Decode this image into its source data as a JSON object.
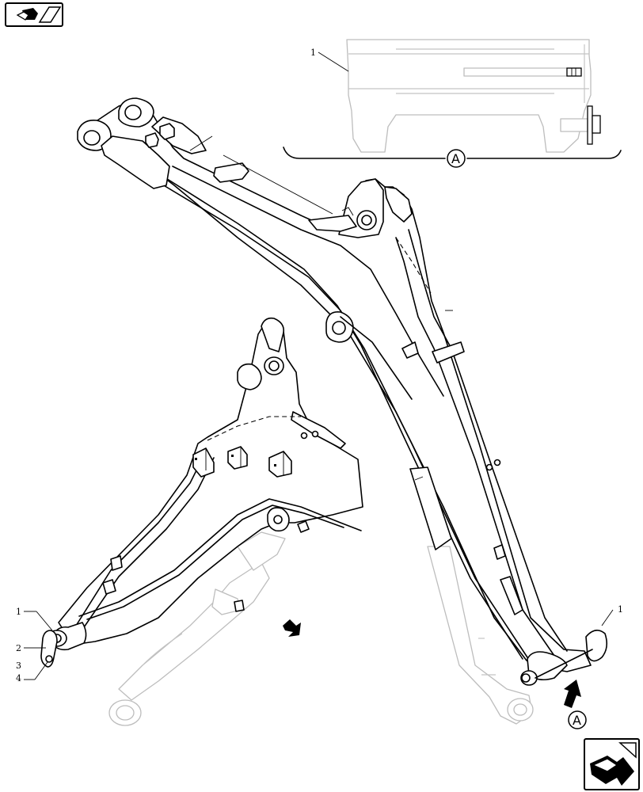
{
  "navigation": {
    "prev_icon": "back-arrow-icon",
    "next_icon": "forward-arrow-icon"
  },
  "detail_view": {
    "label": "A",
    "callout": "1"
  },
  "arrow_marker": {
    "label": "A"
  },
  "left_boom_callouts": [
    "1",
    "2",
    "3",
    "4"
  ],
  "right_boom_callouts": [
    "1"
  ]
}
